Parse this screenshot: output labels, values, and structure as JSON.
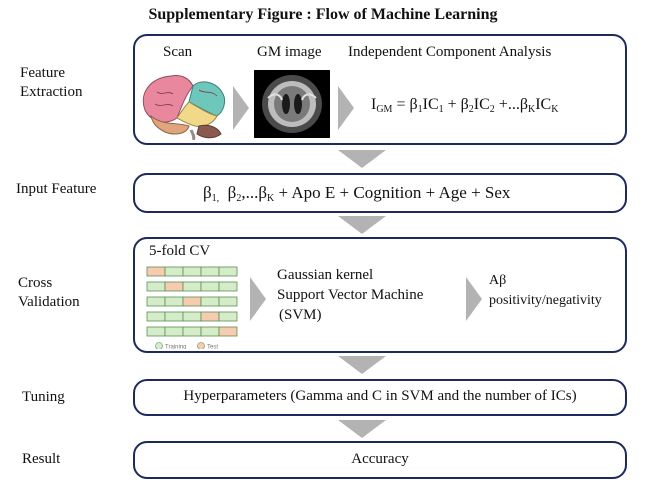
{
  "title": "Supplementary Figure : Flow of Machine Learning",
  "stages": {
    "feature_extraction": [
      "Feature",
      "Extraction"
    ],
    "input_feature": "Input Feature",
    "cross_validation": [
      "Cross",
      "Validation"
    ],
    "tuning": "Tuning",
    "result": "Result"
  },
  "feature_box": {
    "scan_label": "Scan",
    "gm_label": "GM image",
    "ica_label": "Independent Component Analysis"
  },
  "input_box": {
    "text_pre": "β",
    "text_rest": "+ Apo E + Cognition + Age + Sex"
  },
  "cv_box": {
    "cv_label": "5-fold CV",
    "method_lines": [
      "Gaussian kernel",
      "Support Vector Machine",
      "(SVM)"
    ],
    "output_lines": [
      "Aβ",
      "positivity/negativity"
    ],
    "legend_training": "Training",
    "legend_test": "Test"
  },
  "tuning_box": {
    "text": "Hyperparameters (Gamma and C in SVM and the number of ICs)"
  },
  "result_box": {
    "text": "Accuracy"
  },
  "colors": {
    "border": "#1f2a5c",
    "arrow": "#b3b3b3",
    "training": "#d4ecc8",
    "test": "#f7cbb0",
    "grid_line": "#5a8f52"
  },
  "cv_grid": {
    "rows": 5,
    "cols": 5,
    "test_positions": [
      0,
      1,
      2,
      3,
      4
    ]
  }
}
